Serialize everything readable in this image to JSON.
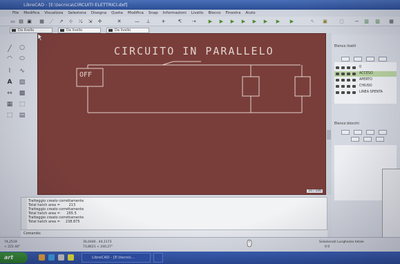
{
  "window": {
    "title": "LibreCAD - [E:\\tecnica\\CIRCUITI ELETTRICI.dxf]"
  },
  "menu": [
    "File",
    "Modifica",
    "Visualizza",
    "Seleziona",
    "Disegna",
    "Quota",
    "Modifica",
    "Snap",
    "Informazioni",
    "Livello",
    "Blocco",
    "Finestra",
    "Aiuto"
  ],
  "toolbar": {
    "combo1": "Da livello",
    "combo2": "Da livello",
    "combo3": "Da livello"
  },
  "canvas": {
    "background": "#7a3e3a",
    "line_color": "#e2d3cf",
    "title_text": "CIRCUITO IN PARALLELO",
    "switch_label": "OFF",
    "grid_info": "10 / 100"
  },
  "layer_panel": {
    "title": "Elenco livelli",
    "layers": [
      {
        "name": "0",
        "active": false
      },
      {
        "name": "ACCESO",
        "active": true
      },
      {
        "name": "APERTO",
        "active": false
      },
      {
        "name": "CHIUSO",
        "active": false
      },
      {
        "name": "LINEA SPENTA",
        "active": false
      }
    ]
  },
  "block_panel": {
    "title": "Elenco blocchi"
  },
  "command": {
    "history": [
      "Tratteggio creato correttamente",
      "Total hatch area =        213",
      "Tratteggio creato correttamente",
      "Total hatch area =      265.5",
      "Tratteggio creato correttamente",
      "Total hatch area =     238.875"
    ],
    "prompt": "Comando:"
  },
  "status": {
    "abs_coord": "74,2519",
    "abs_coord_2": "< 221.44°",
    "rel_coord": "30,4446 , 44,1173",
    "rel_coord_2": "73,8621 < 240,27°",
    "selected": "Selezionati Lunghezza totale",
    "selected_vals": "0             0"
  },
  "taskbar": {
    "start": "art",
    "task_label": "LibreCAD - [E:\\tecnic..."
  }
}
